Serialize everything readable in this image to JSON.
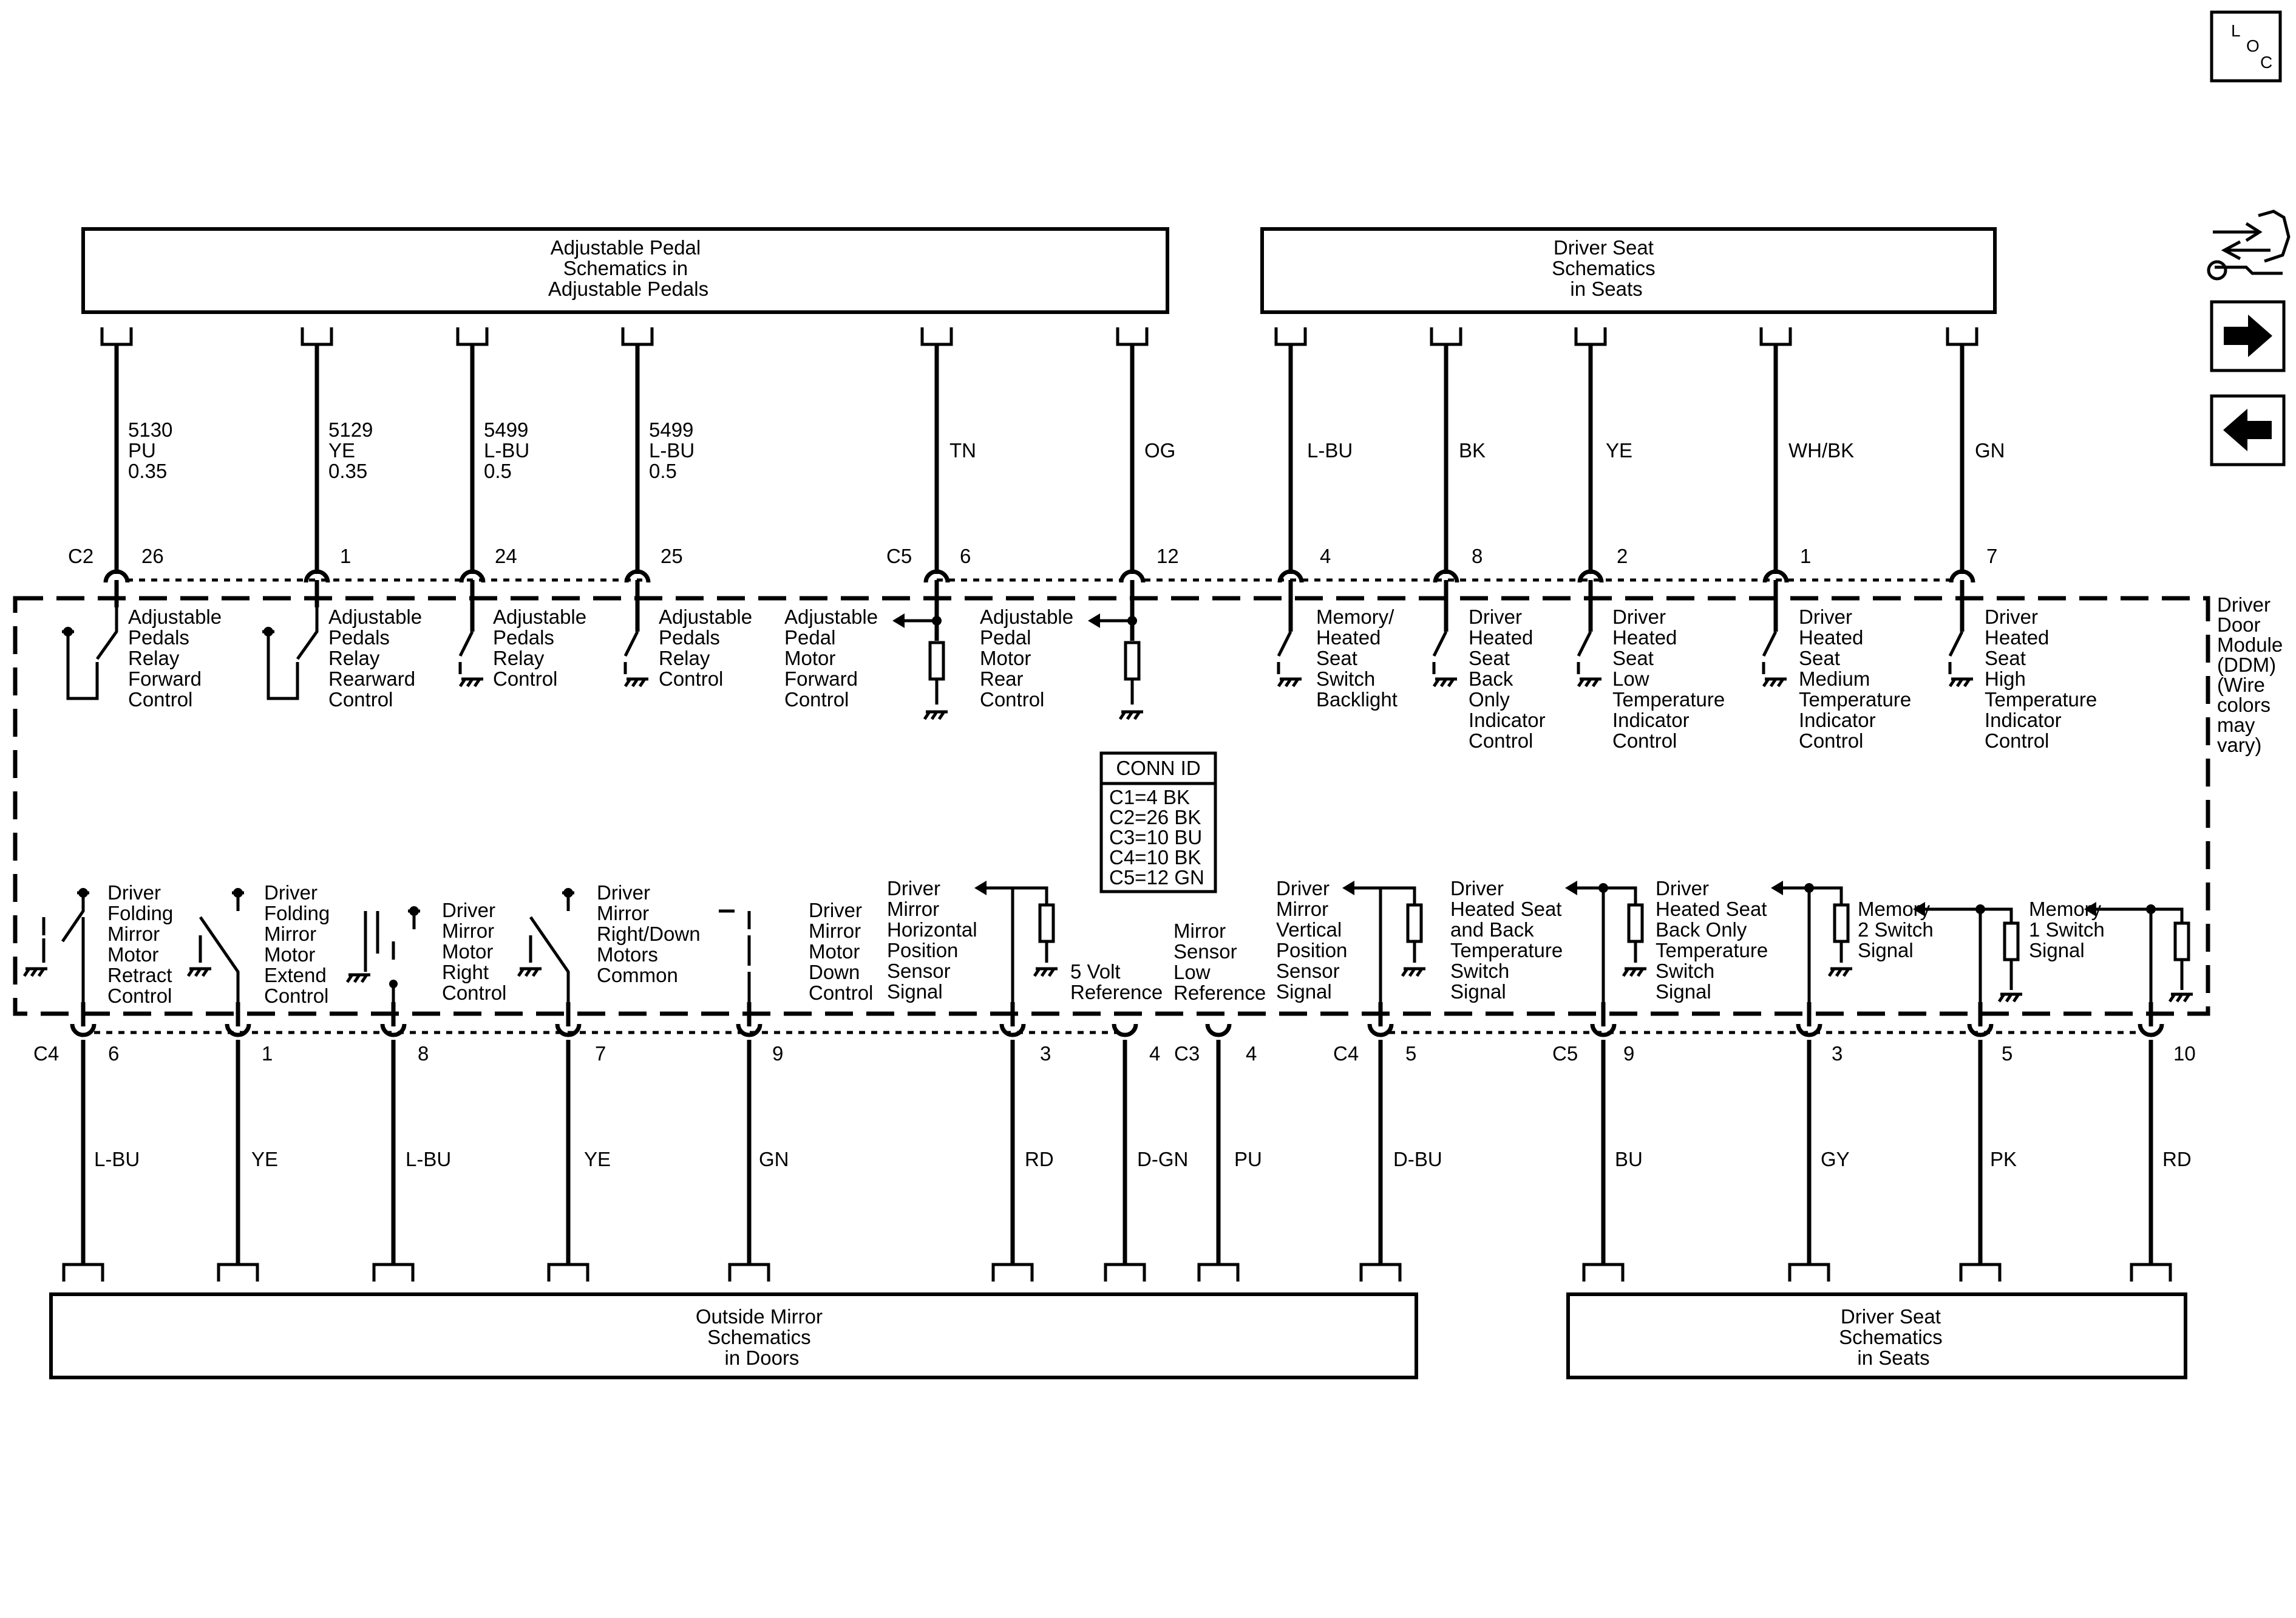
{
  "nav": {
    "loc_l": "L",
    "loc_o": "O",
    "loc_c": "C",
    "icons": [
      "loc-icon",
      "cross-reference-icon",
      "next-page-arrow-icon",
      "previous-page-arrow-icon"
    ]
  },
  "top_boxes": {
    "pedal": [
      "Adjustable Pedal",
      "Schematics in",
      "Adjustable Pedals"
    ],
    "seat": [
      "Driver Seat",
      "Schematics",
      "in Seats"
    ]
  },
  "bottom_boxes": {
    "mirror": [
      "Outside Mirror",
      "Schematics",
      "in Doors"
    ],
    "seat": [
      "Driver Seat",
      "Schematics",
      "in Seats"
    ]
  },
  "module": {
    "label": [
      "Driver",
      "Door",
      "Module",
      "(DDM)",
      "(Wire",
      "colors",
      "may",
      "vary)"
    ],
    "conn_id": {
      "title": "CONN ID",
      "lines": [
        "C1=4 BK",
        "C2=26 BK",
        "C3=10 BU",
        "C4=10 BK",
        "C5=12 GN"
      ]
    }
  },
  "top_wires": [
    {
      "wire": [
        "5130",
        "PU",
        "0.35"
      ],
      "conn": "C2",
      "pin": "26",
      "func": [
        "Adjustable",
        "Pedals",
        "Relay",
        "Forward",
        "Control"
      ]
    },
    {
      "wire": [
        "5129",
        "YE",
        "0.35"
      ],
      "pin": "1",
      "func": [
        "Adjustable",
        "Pedals",
        "Relay",
        "Rearward",
        "Control"
      ]
    },
    {
      "wire": [
        "5499",
        "L-BU",
        "0.5"
      ],
      "pin": "24",
      "func": [
        "Adjustable",
        "Pedals",
        "Relay",
        "Control"
      ]
    },
    {
      "wire": [
        "5499",
        "L-BU",
        "0.5"
      ],
      "pin": "25",
      "func": [
        "Adjustable",
        "Pedals",
        "Relay",
        "Control"
      ]
    },
    {
      "wire": [
        "TN"
      ],
      "conn": "C5",
      "pin": "6",
      "func": [
        "Adjustable",
        "Pedal",
        "Motor",
        "Forward",
        "Control"
      ]
    },
    {
      "wire": [
        "OG"
      ],
      "pin": "12",
      "func": [
        "Adjustable",
        "Pedal",
        "Motor",
        "Rear",
        "Control"
      ]
    },
    {
      "wire": [
        "L-BU"
      ],
      "pin": "4",
      "func": [
        "Memory/",
        "Heated",
        "Seat",
        "Switch",
        "Backlight"
      ]
    },
    {
      "wire": [
        "BK"
      ],
      "pin": "8",
      "func": [
        "Driver",
        "Heated",
        "Seat",
        "Back",
        "Only",
        "Indicator",
        "Control"
      ]
    },
    {
      "wire": [
        "YE"
      ],
      "pin": "2",
      "func": [
        "Driver",
        "Heated",
        "Seat",
        "Low",
        "Temperature",
        "Indicator",
        "Control"
      ]
    },
    {
      "wire": [
        "WH/BK"
      ],
      "pin": "1",
      "func": [
        "Driver",
        "Heated",
        "Seat",
        "Medium",
        "Temperature",
        "Indicator",
        "Control"
      ]
    },
    {
      "wire": [
        "GN"
      ],
      "pin": "7",
      "func": [
        "Driver",
        "Heated",
        "Seat",
        "High",
        "Temperature",
        "Indicator",
        "Control"
      ]
    }
  ],
  "bottom_wires": [
    {
      "conn": "C4",
      "pin": "6",
      "color": "L-BU",
      "func": [
        "Driver",
        "Folding",
        "Mirror",
        "Motor",
        "Retract",
        "Control"
      ]
    },
    {
      "pin": "1",
      "color": "YE",
      "func": [
        "Driver",
        "Folding",
        "Mirror",
        "Motor",
        "Extend",
        "Control"
      ]
    },
    {
      "pin": "8",
      "color": "L-BU",
      "func": [
        "Driver",
        "Mirror",
        "Motor",
        "Right",
        "Control"
      ]
    },
    {
      "pin": "7",
      "color": "YE",
      "func": [
        "Driver",
        "Mirror",
        "Right/Down",
        "Motors",
        "Common"
      ]
    },
    {
      "pin": "9",
      "color": "GN",
      "func": [
        "Driver",
        "Mirror",
        "Motor",
        "Down",
        "Control"
      ]
    },
    {
      "pin": "3",
      "color": "RD",
      "func": [
        "Driver",
        "Mirror",
        "Horizontal",
        "Position",
        "Sensor",
        "Signal"
      ]
    },
    {
      "pin": "4",
      "color": "D-GN",
      "func": [
        "5 Volt",
        "Reference"
      ]
    },
    {
      "conn": "C3",
      "pin": "4",
      "color": "PU",
      "func": [
        "Mirror",
        "Sensor",
        "Low",
        "Reference"
      ]
    },
    {
      "conn": "C4",
      "pin": "5",
      "color": "D-BU",
      "func": [
        "Driver",
        "Mirror",
        "Vertical",
        "Position",
        "Sensor",
        "Signal"
      ]
    },
    {
      "conn": "C5",
      "pin": "9",
      "color": "BU",
      "func": [
        "Driver",
        "Heated Seat",
        "and Back",
        "Temperature",
        "Switch",
        "Signal"
      ]
    },
    {
      "pin": "3",
      "color": "GY",
      "func": [
        "Driver",
        "Heated Seat",
        "Back Only",
        "Temperature",
        "Switch",
        "Signal"
      ]
    },
    {
      "pin": "5",
      "color": "PK",
      "func": [
        "Memory",
        "2 Switch",
        "Signal"
      ]
    },
    {
      "pin": "10",
      "color": "RD",
      "func": [
        "Memory",
        "1 Switch",
        "Signal"
      ]
    }
  ]
}
